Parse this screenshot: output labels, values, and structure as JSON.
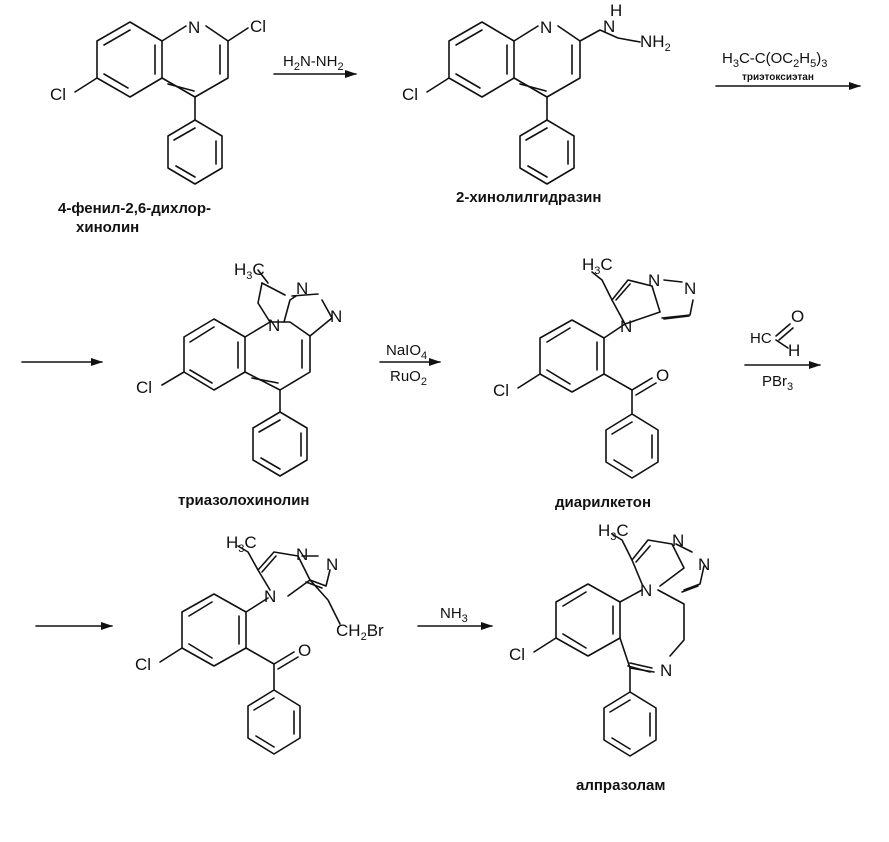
{
  "compounds": {
    "c1": {
      "name_line1": "4-фенил-2,6-дихлор-",
      "name_line2": "хинолин"
    },
    "c2": {
      "name": "2-хинолилгидразин"
    },
    "c3": {
      "name": "триазолохинолин"
    },
    "c4": {
      "name": "диарилкетон"
    },
    "c6": {
      "name": "алпразолам"
    }
  },
  "atoms": {
    "N": "N",
    "Cl": "Cl",
    "H": "H",
    "O": "O",
    "Br": "Br",
    "NH": "NH",
    "CH": "CH",
    "C": "C",
    "sub2": "2",
    "sub3": "3",
    "sub4": "4",
    "sub5": "5"
  },
  "reagents": {
    "r1": {
      "main": "H",
      "mid": "N-NH"
    },
    "r2": {
      "formula_a": "H",
      "formula_b": "C-C(OC",
      "formula_c": "H",
      "formula_d": ")",
      "note": "триэтоксиэтан"
    },
    "r3": {
      "top": "NaIO",
      "bottom": "RuO"
    },
    "r4": {
      "top_h": "HC",
      "bottom": "PBr"
    },
    "r5": {
      "main": "NH"
    }
  }
}
